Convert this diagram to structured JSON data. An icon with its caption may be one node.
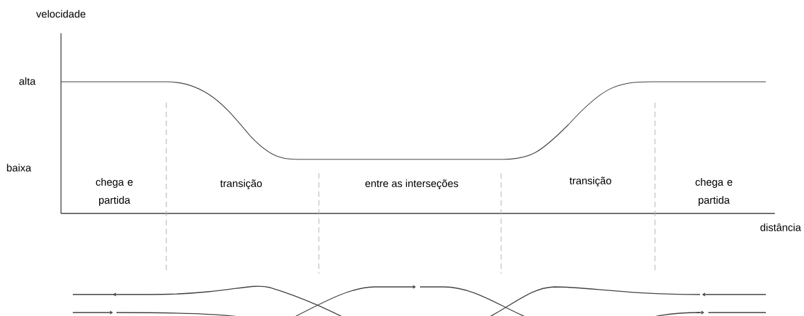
{
  "diagram": {
    "labels": [
      "velocidade",
      "alta",
      "baixa",
      "chega e partida",
      "transição",
      "entre as interseções",
      "transição",
      "chega e partida",
      "distância"
    ]
  }
}
